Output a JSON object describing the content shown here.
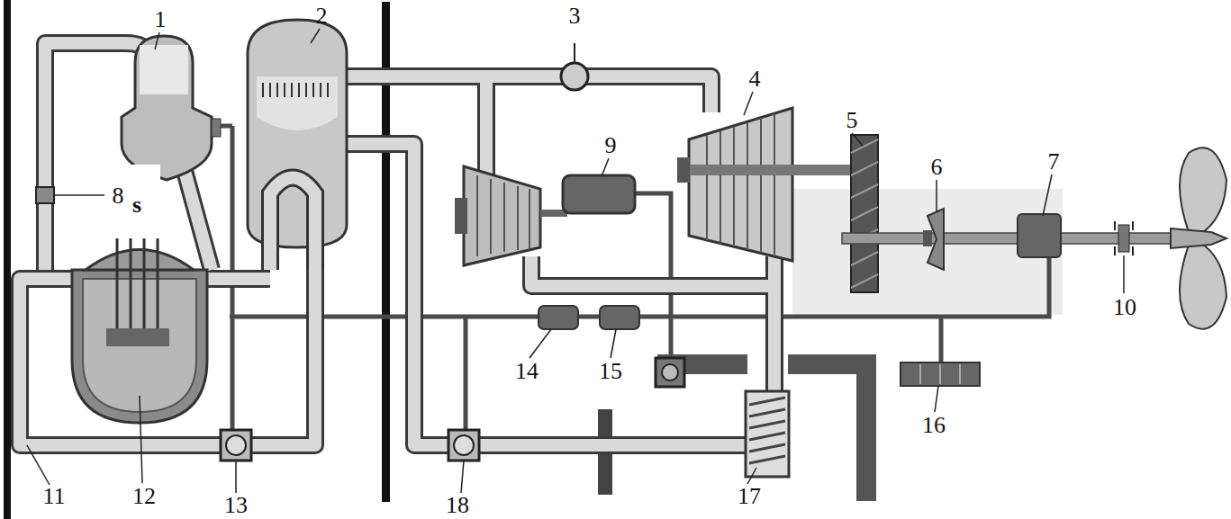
{
  "diagram": {
    "labels": [
      "1",
      "2",
      "3",
      "4",
      "5",
      "6",
      "7",
      "8",
      "9",
      "10",
      "11",
      "12",
      "13",
      "14",
      "15",
      "16",
      "17",
      "18",
      "s"
    ]
  }
}
